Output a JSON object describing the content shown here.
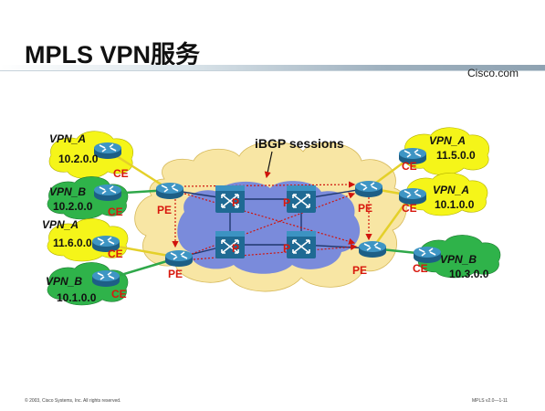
{
  "slide": {
    "title": "MPLS VPN服务",
    "brand": "Cisco.com",
    "footer_left": "© 2003, Cisco Systems, Inc. All rights reserved.",
    "footer_right": "MPLS v2.0—1-11"
  },
  "diagram": {
    "ibgp_label": "iBGP sessions",
    "colors": {
      "cloud": "#f8e6a4",
      "core": "#6f83e0",
      "router": "#2f7fae",
      "pe_ce_label": "#d8180d",
      "ibgp": "#d0140c",
      "vpn_a_site": "#f5f519",
      "vpn_b_site": "#2fb34a"
    },
    "sites": [
      {
        "vpn": "VPN_A",
        "prefix": "10.2.0.0"
      },
      {
        "vpn": "VPN_B",
        "prefix": "10.2.0.0"
      },
      {
        "vpn": "VPN_A",
        "prefix": "11.6.0.0"
      },
      {
        "vpn": "VPN_B",
        "prefix": "10.1.0.0"
      },
      {
        "vpn": "VPN_A",
        "prefix": "11.5.0.0"
      },
      {
        "vpn": "VPN_A",
        "prefix": "10.1.0.0"
      },
      {
        "vpn": "VPN_B",
        "prefix": "10.3.0.0"
      }
    ],
    "ce_label": "CE",
    "pe_label": "PE",
    "p_label": "P"
  }
}
